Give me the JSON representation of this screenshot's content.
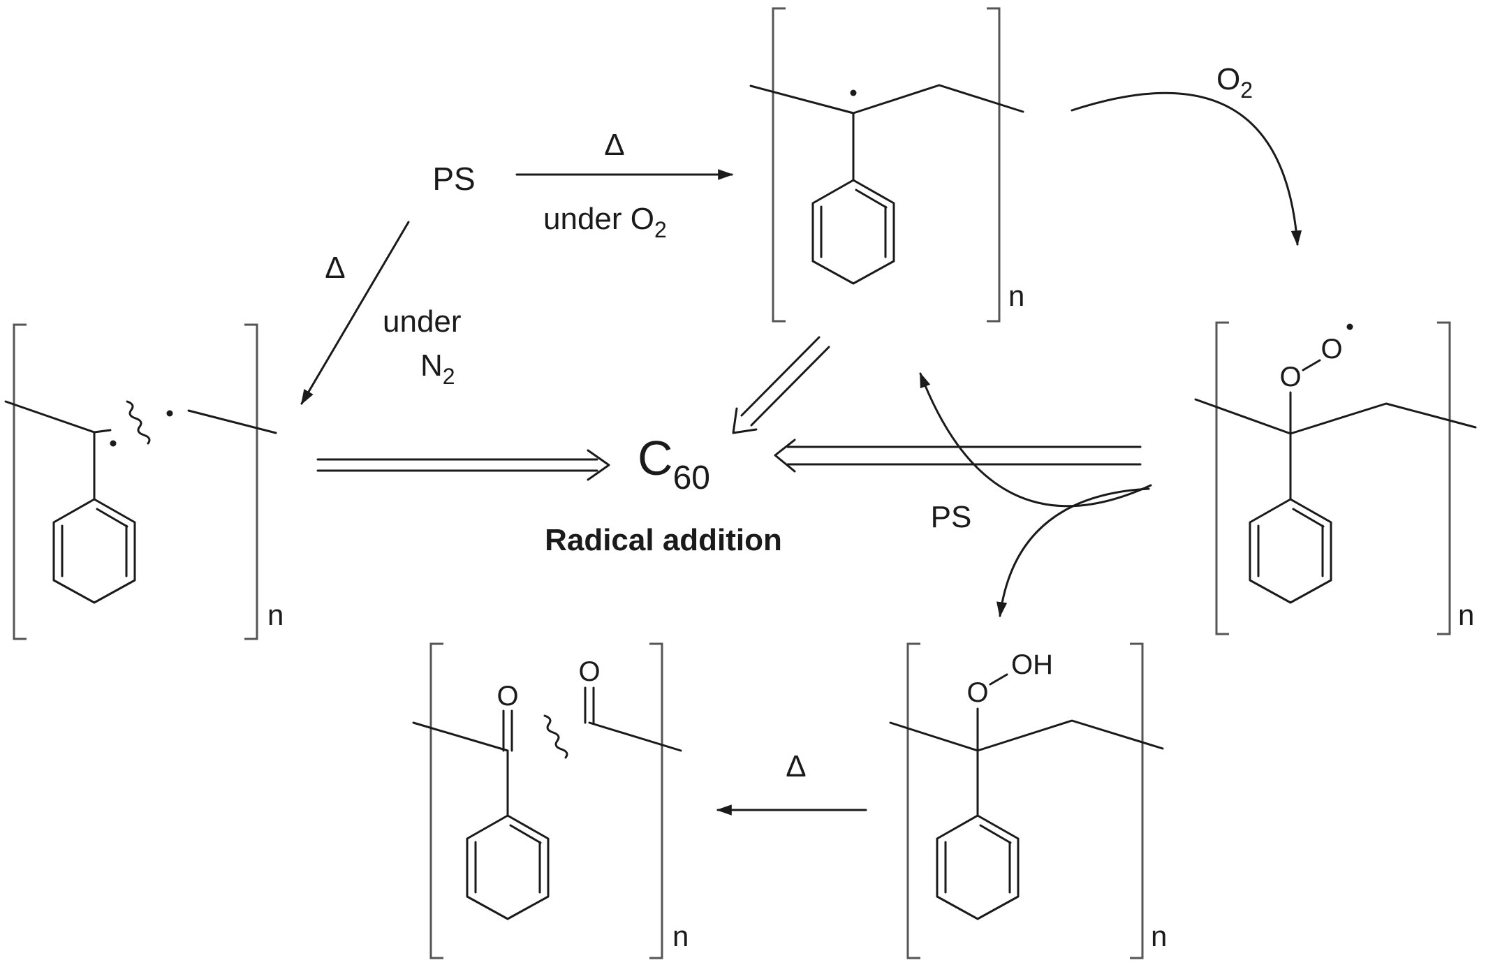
{
  "labels": {
    "ps_top": "PS",
    "delta_top": "Δ",
    "under_o2_text": "under O",
    "under_o2_sub": "2",
    "delta_left": "Δ",
    "under_n2_line1": "under",
    "under_n2_text": "N",
    "under_n2_sub": "2",
    "o2_text": "O",
    "o2_sub": "2",
    "c60_text": "C",
    "c60_sub": "60",
    "radical_addition": "Radical addition",
    "ps_right": "PS",
    "delta_bottom": "Δ",
    "n_left": "n",
    "n_top": "n",
    "n_right": "n",
    "n_bottom_left": "n",
    "n_bottom_right": "n",
    "atom_o": "O",
    "atom_oh": "OH"
  }
}
